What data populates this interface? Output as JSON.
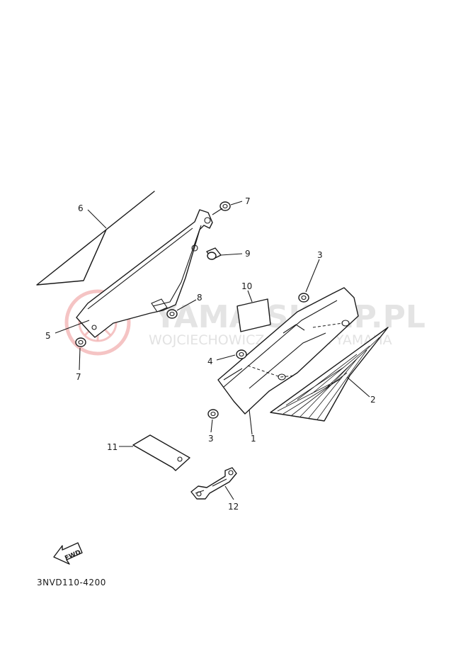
{
  "diagram": {
    "drawing_code": "3NVD110-4200",
    "fwd_label": "FWD",
    "watermark": {
      "main": "YAMA-SKLEP.PL",
      "sub": "WOJCIECHOWICZ - DEALER YAMAHA"
    },
    "callouts": [
      {
        "id": "6",
        "text": "6"
      },
      {
        "id": "7a",
        "text": "7"
      },
      {
        "id": "9",
        "text": "9"
      },
      {
        "id": "8",
        "text": "8"
      },
      {
        "id": "5",
        "text": "5"
      },
      {
        "id": "7b",
        "text": "7"
      },
      {
        "id": "10",
        "text": "10"
      },
      {
        "id": "3a",
        "text": "3"
      },
      {
        "id": "4",
        "text": "4"
      },
      {
        "id": "2",
        "text": "2"
      },
      {
        "id": "3b",
        "text": "3"
      },
      {
        "id": "1",
        "text": "1"
      },
      {
        "id": "11",
        "text": "11"
      },
      {
        "id": "12",
        "text": "12"
      }
    ]
  }
}
